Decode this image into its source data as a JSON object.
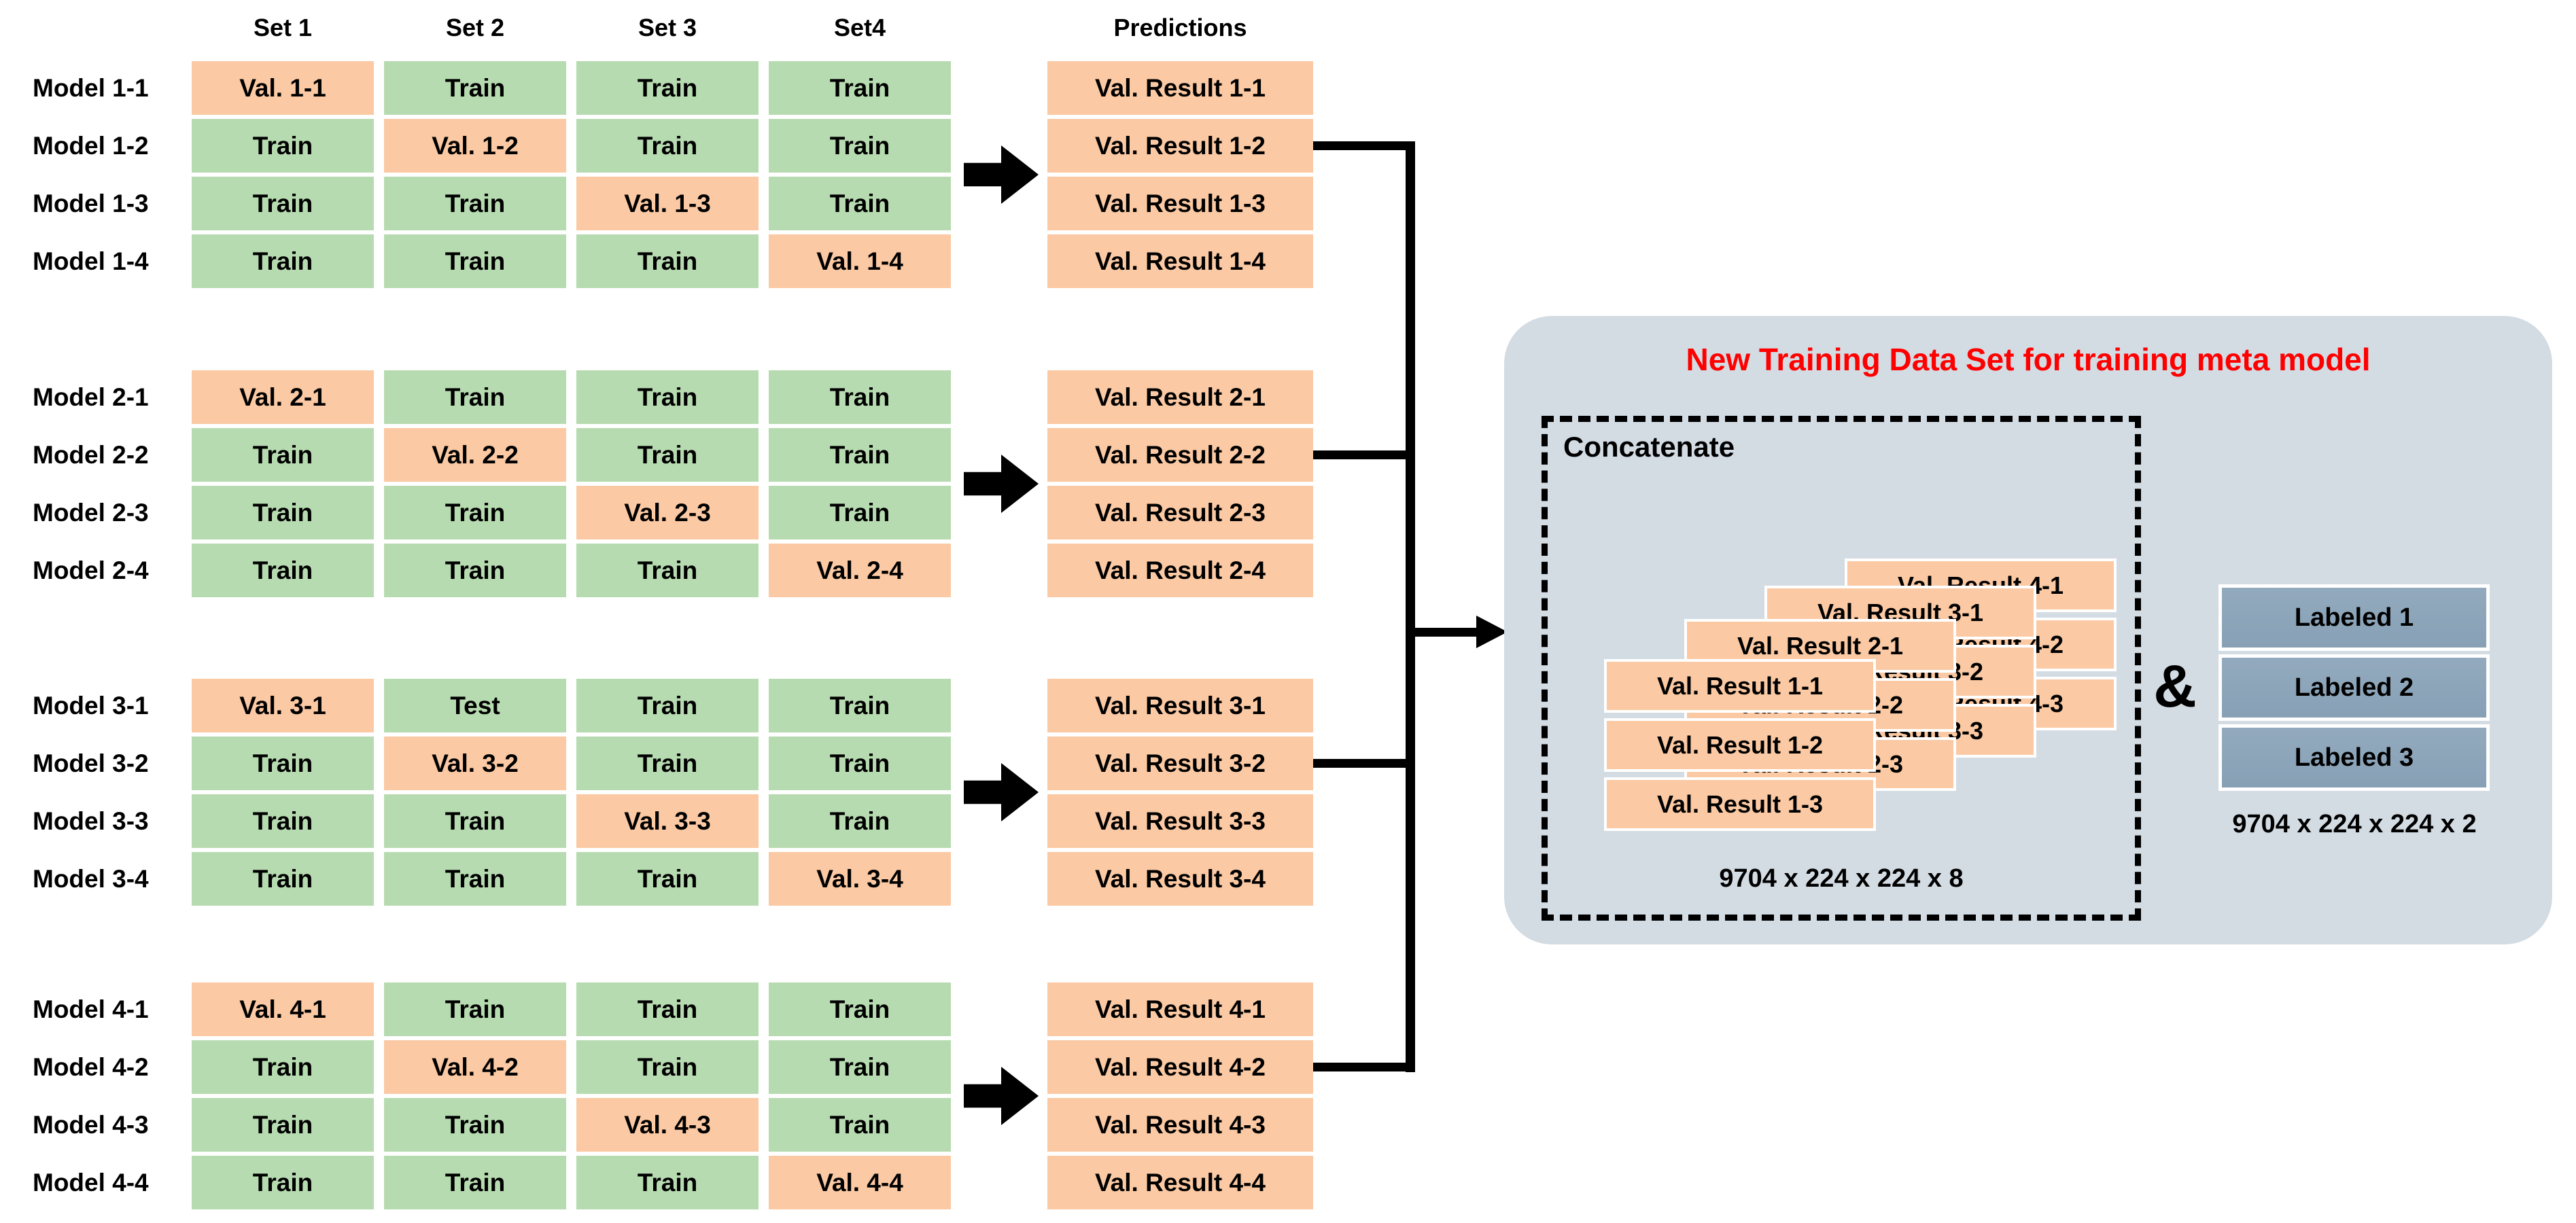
{
  "headers": {
    "sets": [
      "Set 1",
      "Set 2",
      "Set 3",
      "Set4"
    ],
    "predictions": "Predictions"
  },
  "blocks": [
    {
      "rows": [
        {
          "model": "Model 1-1",
          "cells": [
            {
              "text": "Val. 1-1",
              "type": "val"
            },
            {
              "text": "Train",
              "type": "train"
            },
            {
              "text": "Train",
              "type": "train"
            },
            {
              "text": "Train",
              "type": "train"
            }
          ],
          "result": "Val. Result 1-1"
        },
        {
          "model": "Model 1-2",
          "cells": [
            {
              "text": "Train",
              "type": "train"
            },
            {
              "text": "Val. 1-2",
              "type": "val"
            },
            {
              "text": "Train",
              "type": "train"
            },
            {
              "text": "Train",
              "type": "train"
            }
          ],
          "result": "Val. Result 1-2"
        },
        {
          "model": "Model 1-3",
          "cells": [
            {
              "text": "Train",
              "type": "train"
            },
            {
              "text": "Train",
              "type": "train"
            },
            {
              "text": "Val. 1-3",
              "type": "val"
            },
            {
              "text": "Train",
              "type": "train"
            }
          ],
          "result": "Val. Result 1-3"
        },
        {
          "model": "Model 1-4",
          "cells": [
            {
              "text": "Train",
              "type": "train"
            },
            {
              "text": "Train",
              "type": "train"
            },
            {
              "text": "Train",
              "type": "train"
            },
            {
              "text": "Val. 1-4",
              "type": "val"
            }
          ],
          "result": "Val. Result 1-4"
        }
      ]
    },
    {
      "rows": [
        {
          "model": "Model 2-1",
          "cells": [
            {
              "text": "Val. 2-1",
              "type": "val"
            },
            {
              "text": "Train",
              "type": "train"
            },
            {
              "text": "Train",
              "type": "train"
            },
            {
              "text": "Train",
              "type": "train"
            }
          ],
          "result": "Val. Result 2-1"
        },
        {
          "model": "Model 2-2",
          "cells": [
            {
              "text": "Train",
              "type": "train"
            },
            {
              "text": "Val. 2-2",
              "type": "val"
            },
            {
              "text": "Train",
              "type": "train"
            },
            {
              "text": "Train",
              "type": "train"
            }
          ],
          "result": "Val. Result 2-2"
        },
        {
          "model": "Model 2-3",
          "cells": [
            {
              "text": "Train",
              "type": "train"
            },
            {
              "text": "Train",
              "type": "train"
            },
            {
              "text": "Val. 2-3",
              "type": "val"
            },
            {
              "text": "Train",
              "type": "train"
            }
          ],
          "result": "Val. Result 2-3"
        },
        {
          "model": "Model 2-4",
          "cells": [
            {
              "text": "Train",
              "type": "train"
            },
            {
              "text": "Train",
              "type": "train"
            },
            {
              "text": "Train",
              "type": "train"
            },
            {
              "text": "Val. 2-4",
              "type": "val"
            }
          ],
          "result": "Val. Result 2-4"
        }
      ]
    },
    {
      "rows": [
        {
          "model": "Model 3-1",
          "cells": [
            {
              "text": "Val. 3-1",
              "type": "val"
            },
            {
              "text": "Test",
              "type": "train"
            },
            {
              "text": "Train",
              "type": "train"
            },
            {
              "text": "Train",
              "type": "train"
            }
          ],
          "result": "Val. Result 3-1"
        },
        {
          "model": "Model 3-2",
          "cells": [
            {
              "text": "Train",
              "type": "train"
            },
            {
              "text": "Val. 3-2",
              "type": "val"
            },
            {
              "text": "Train",
              "type": "train"
            },
            {
              "text": "Train",
              "type": "train"
            }
          ],
          "result": "Val. Result 3-2"
        },
        {
          "model": "Model 3-3",
          "cells": [
            {
              "text": "Train",
              "type": "train"
            },
            {
              "text": "Train",
              "type": "train"
            },
            {
              "text": "Val. 3-3",
              "type": "val"
            },
            {
              "text": "Train",
              "type": "train"
            }
          ],
          "result": "Val. Result 3-3"
        },
        {
          "model": "Model 3-4",
          "cells": [
            {
              "text": "Train",
              "type": "train"
            },
            {
              "text": "Train",
              "type": "train"
            },
            {
              "text": "Train",
              "type": "train"
            },
            {
              "text": "Val. 3-4",
              "type": "val"
            }
          ],
          "result": "Val. Result 3-4"
        }
      ]
    },
    {
      "rows": [
        {
          "model": "Model 4-1",
          "cells": [
            {
              "text": "Val. 4-1",
              "type": "val"
            },
            {
              "text": "Train",
              "type": "train"
            },
            {
              "text": "Train",
              "type": "train"
            },
            {
              "text": "Train",
              "type": "train"
            }
          ],
          "result": "Val. Result 4-1"
        },
        {
          "model": "Model 4-2",
          "cells": [
            {
              "text": "Train",
              "type": "train"
            },
            {
              "text": "Val. 4-2",
              "type": "val"
            },
            {
              "text": "Train",
              "type": "train"
            },
            {
              "text": "Train",
              "type": "train"
            }
          ],
          "result": "Val. Result 4-2"
        },
        {
          "model": "Model 4-3",
          "cells": [
            {
              "text": "Train",
              "type": "train"
            },
            {
              "text": "Train",
              "type": "train"
            },
            {
              "text": "Val. 4-3",
              "type": "val"
            },
            {
              "text": "Train",
              "type": "train"
            }
          ],
          "result": "Val. Result 4-3"
        },
        {
          "model": "Model 4-4",
          "cells": [
            {
              "text": "Train",
              "type": "train"
            },
            {
              "text": "Train",
              "type": "train"
            },
            {
              "text": "Train",
              "type": "train"
            },
            {
              "text": "Val. 4-4",
              "type": "val"
            }
          ],
          "result": "Val. Result 4-4"
        }
      ]
    }
  ],
  "panel": {
    "title": "New Training Data Set for training meta model",
    "concatenate_label": "Concatenate",
    "stacks": [
      {
        "cards": [
          "Val. Result 1-1",
          "Val. Result 1-2",
          "Val. Result 1-3"
        ]
      },
      {
        "cards": [
          "Val. Result 2-1",
          "Val. Result 2-2",
          "Val. Result 2-3"
        ]
      },
      {
        "cards": [
          "Val. Result 3-1",
          "Val. Result 3-2",
          "Val. Result 3-3"
        ]
      },
      {
        "cards": [
          "Val. Result 4-1",
          "Val. Result 4-2",
          "Val. Result 4-3"
        ]
      }
    ],
    "concat_dims": "9704 x 224 x 224 x 8",
    "ampersand": "&",
    "labeled_boxes": [
      "Labeled 1",
      "Labeled 2",
      "Labeled 3"
    ],
    "labeled_dims": "9704 x 224 x 224 x 2"
  },
  "colors": {
    "train_cell": "#b7dbb0",
    "val_cell": "#fbc9a3",
    "panel_background": "#d3dbe3",
    "labeled_box": "#8ba2b7",
    "title_red": "#ff0000",
    "connector_black": "#000000"
  }
}
